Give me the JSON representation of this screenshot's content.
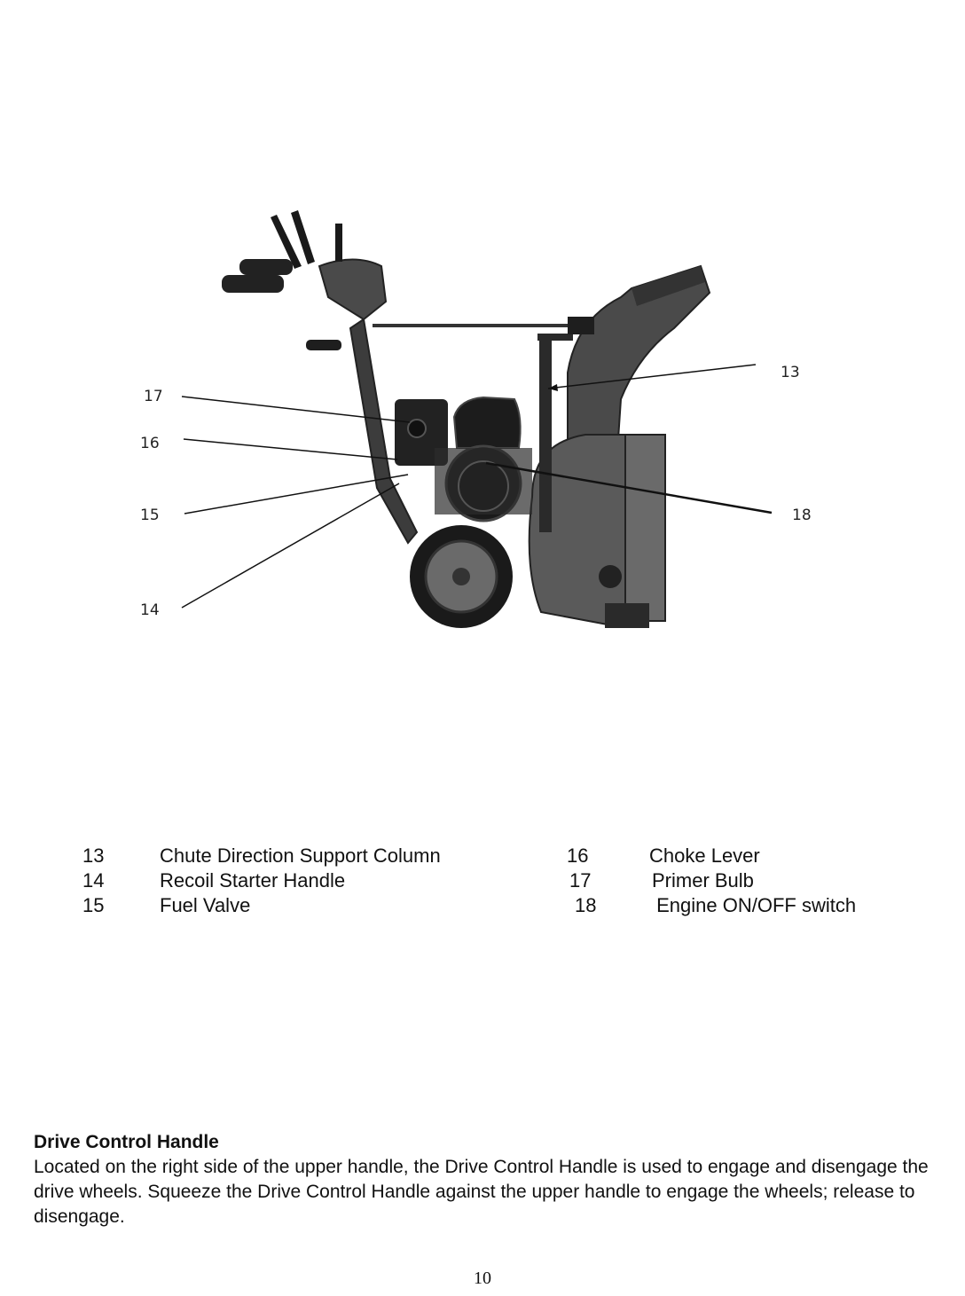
{
  "figure": {
    "callouts": [
      {
        "number": "13"
      },
      {
        "number": "17"
      },
      {
        "number": "16"
      },
      {
        "number": "15"
      },
      {
        "number": "18"
      },
      {
        "number": "14"
      }
    ]
  },
  "legend": [
    {
      "number": "13",
      "label": "Chute Direction Support Column"
    },
    {
      "number": "14",
      "label": "Recoil Starter Handle"
    },
    {
      "number": "15",
      "label": "Fuel  Valve"
    },
    {
      "number": "16",
      "label": "Choke  Lever"
    },
    {
      "number": "17",
      "label": "Primer Bulb"
    },
    {
      "number": "18",
      "label": " Engine ON/OFF switch"
    }
  ],
  "section": {
    "heading": "Drive Control Handle",
    "body": "Located on the right side of the upper handle, the Drive Control Handle is used to engage and disengage the drive wheels. Squeeze the Drive Control Handle against the upper handle to engage the wheels; release to disengage."
  },
  "page_number": "10"
}
